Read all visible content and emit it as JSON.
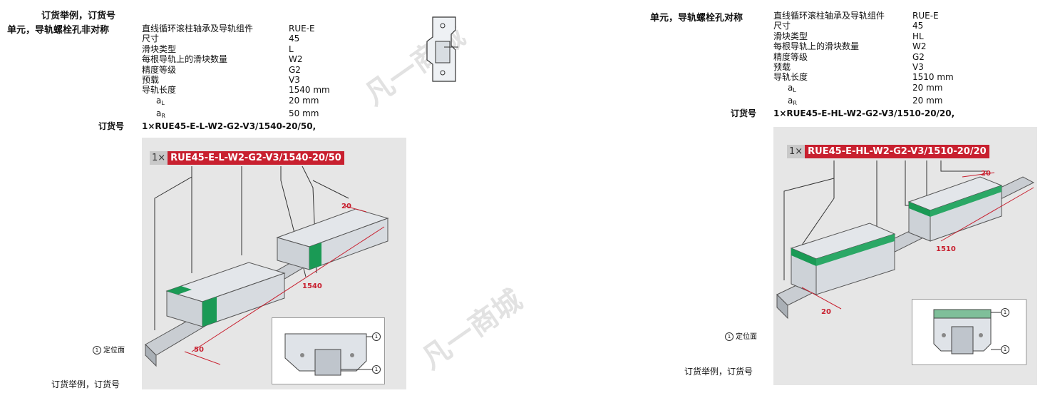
{
  "left": {
    "heading1": "订货举例，订货号",
    "heading2": "单元，导轨螺栓孔非对称",
    "spec_rows": [
      {
        "label": "直线循环滚柱轴承及导轨组件",
        "value": "RUE-E"
      },
      {
        "label": "尺寸",
        "value": "45"
      },
      {
        "label": "滑块类型",
        "value": "L"
      },
      {
        "label": "每根导轨上的滑块数量",
        "value": "W2"
      },
      {
        "label": "精度等级",
        "value": "G2"
      },
      {
        "label": "预载",
        "value": "V3"
      },
      {
        "label": "导轨长度",
        "value": "1540 mm"
      }
    ],
    "aL_main": "a",
    "aL_sub": "L",
    "aL_value": "20 mm",
    "aR_main": "a",
    "aR_sub": "R",
    "aR_value": "50 mm",
    "order_label": "订货号",
    "order_code": "1×RUE45-E-L-W2-G2-V3/1540-20/50,",
    "badge_qty": "1×",
    "badge_code": "RUE45-E-L-W2-G2-V3/1540-20/50",
    "dim_20": "20",
    "dim_1540": "1540",
    "dim_50": "50",
    "legend_num": "1",
    "legend_text": "定位面",
    "footer": "订货举例，订货号"
  },
  "right": {
    "heading": "单元，导轨螺栓孔对称",
    "spec_rows": [
      {
        "label": "直线循环滚柱轴承及导轨组件",
        "value": "RUE-E"
      },
      {
        "label": "尺寸",
        "value": "45"
      },
      {
        "label": "滑块类型",
        "value": "HL"
      },
      {
        "label": "每根导轨上的滑块数量",
        "value": "W2"
      },
      {
        "label": "精度等级",
        "value": "G2"
      },
      {
        "label": "预载",
        "value": "V3"
      },
      {
        "label": "导轨长度",
        "value": "1510 mm"
      }
    ],
    "aL_main": "a",
    "aL_sub": "L",
    "aL_value": "20 mm",
    "aR_main": "a",
    "aR_sub": "R",
    "aR_value": "20 mm",
    "order_label": "订货号",
    "order_code": "1×RUE45-E-HL-W2-G2-V3/1510-20/20,",
    "badge_qty": "1×",
    "badge_code": "RUE45-E-HL-W2-G2-V3/1510-20/20",
    "dim_20_top": "20",
    "dim_1510": "1510",
    "dim_20_bottom": "20",
    "legend_num": "1",
    "legend_text": "定位面",
    "footer": "订货举例，订货号"
  },
  "inset_marker": "1",
  "watermark": "凡一商城",
  "colors": {
    "accent_red": "#c8202f",
    "block_green": "#1a9a55",
    "panel_gray": "#e6e6e6",
    "steel": "#c9cdd2"
  }
}
